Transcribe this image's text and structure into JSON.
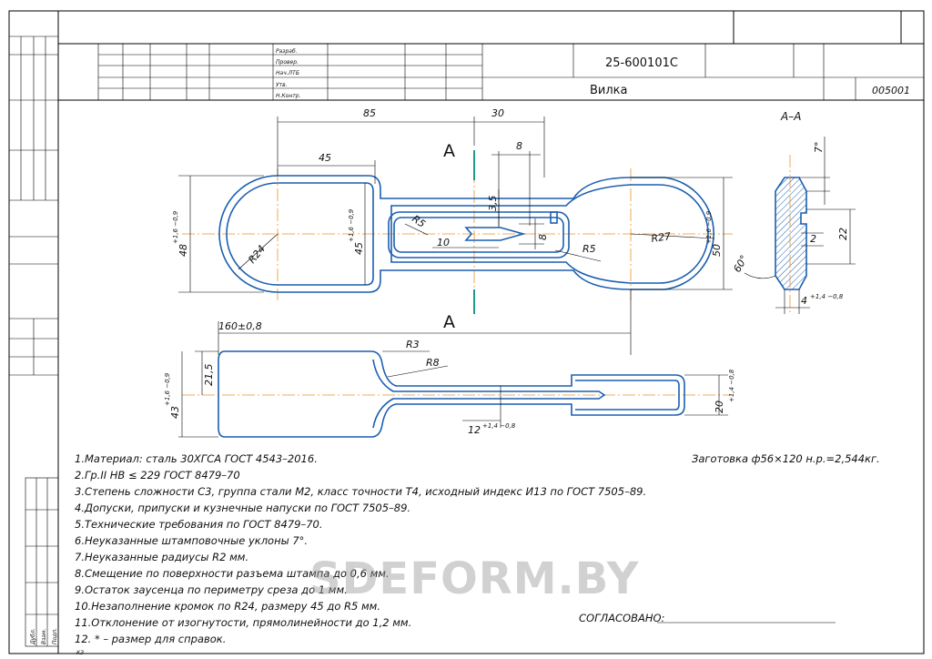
{
  "title_block": {
    "designation": "25-600101C",
    "part_name": "Вилка",
    "doc_code": "005001",
    "roles": [
      "Разраб.",
      "Провер.",
      "Нач.ЛТБ",
      "Утв.",
      "Н.Контр."
    ]
  },
  "drawing": {
    "dims": {
      "d85": "85",
      "d30": "30",
      "d45": "45",
      "d8": "8",
      "d35": "3,5",
      "d10": "10",
      "d8b": "8",
      "r5a": "R5",
      "r5b": "R5",
      "r24": "R24",
      "r27": "R27",
      "d48": "48",
      "d48_tol": "+1,6 −0,9",
      "d45v": "45",
      "d45v_tol": "+1,6 −0,9",
      "d50": "50",
      "d50_tol": "+1,6 −0,9",
      "d160": "160±0,8",
      "r3": "R3",
      "r8": "R8",
      "d215": "21,5",
      "d43": "43",
      "d43_tol": "+1,6 −0,9",
      "d20": "20",
      "d20_tol": "+1,4 −0,8",
      "d12": "12",
      "d12_tol": "+1,4 −0,8"
    },
    "section_marks": {
      "top": "А",
      "bottom": "А"
    },
    "section": {
      "title": "А–А",
      "angle7": "7°",
      "d22": "22",
      "d2": "2",
      "angle60": "60°",
      "d4": "4",
      "d4_tol": "+1,4 −0,8"
    }
  },
  "blank_note": "Заготовка ф56×120 н.р.=2,544кг.",
  "notes": [
    "1.Материал: сталь 30ХГСА ГОСТ 4543–2016.",
    "2.Гр.II НВ ≤ 229 ГОСТ 8479–70",
    "3.Степень сложности С3, группа стали М2, класс точности Т4, исходный индекс И13 по ГОСТ 7505–89.",
    "4.Допуски, припуски и кузнечные напуски по ГОСТ 7505–89.",
    "5.Технические требования по ГОСТ 8479–70.",
    "6.Неуказанные штамповочные уклоны 7°.",
    "7.Неуказанные радиусы R2 мм.",
    "8.Смещение по поверхности разъема штампа до 0,6 мм.",
    "9.Остаток заусенца по периметру среза до 1 мм.",
    "10.Незаполнение кромок по R24, размеру 45 до R5 мм.",
    "11.Отклонение от изогнутости, прямолинейности до 1,2 мм.",
    "12. * – размер для справок."
  ],
  "approval_label": "СОГЛАСОВАНО:",
  "stamp_labels": [
    "Дубл.",
    "Взам.",
    "Подп."
  ],
  "footer_code": "КЗ",
  "watermark": "SDEFORM.BY"
}
